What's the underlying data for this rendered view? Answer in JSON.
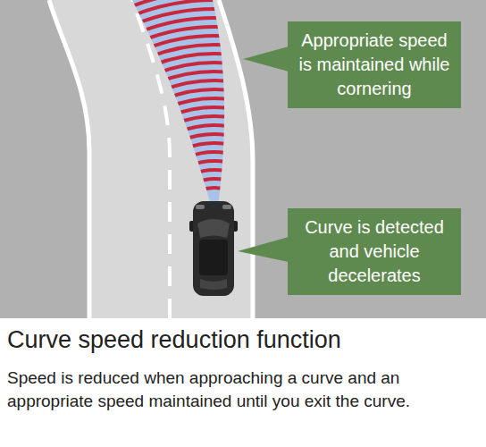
{
  "diagram": {
    "title": "Curve speed reduction function",
    "caption": "Speed is reduced when approaching a curve and an appropriate speed maintained until you exit the curve.",
    "nodes": [
      {
        "text": [
          "Appropriate speed is maintained while cornering"
        ]
      },
      {
        "text": [
          "Curve is detected and vehicle decelerates"
        ]
      }
    ]
  }
}
